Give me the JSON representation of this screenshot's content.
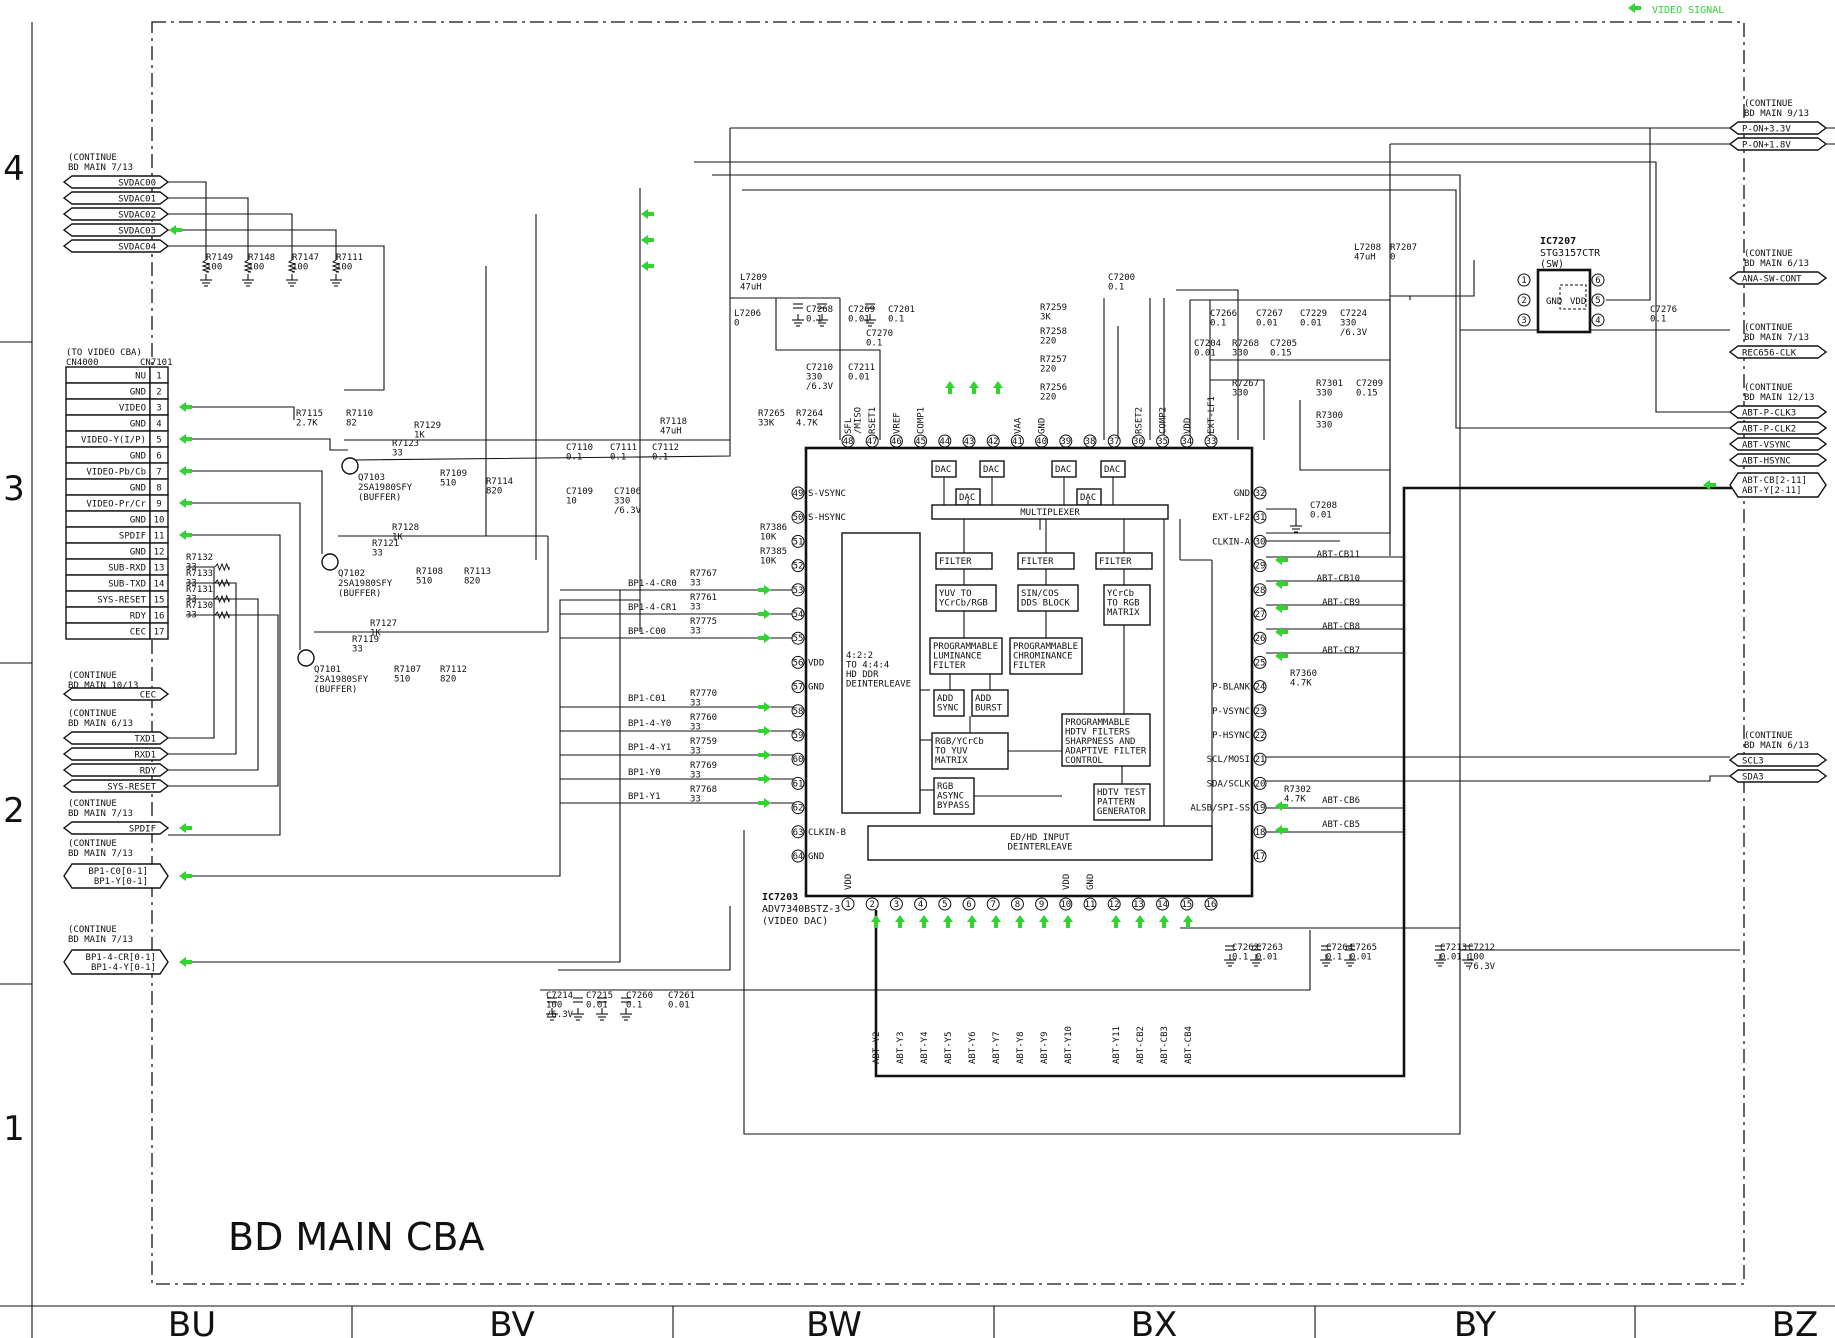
{
  "legend": {
    "label": "VIDEO SIGNAL",
    "color": "#2fd42f"
  },
  "board_title": "BD MAIN CBA",
  "zones_bottom": [
    "BU",
    "BV",
    "BW",
    "BX",
    "BY",
    "BZ"
  ],
  "zones_left": [
    "4",
    "3",
    "2",
    "1"
  ],
  "ic_main": {
    "ref": "IC7203",
    "part": "ADV7340BSTZ-3",
    "desc": "(VIDEO DAC)",
    "top_pins": [
      {
        "num": "48",
        "label": "SFL\n/MISO"
      },
      {
        "num": "47",
        "label": "RSET1"
      },
      {
        "num": "46",
        "label": "VREF"
      },
      {
        "num": "45",
        "label": "COMP1"
      },
      {
        "num": "44",
        "label": ""
      },
      {
        "num": "43",
        "label": ""
      },
      {
        "num": "42",
        "label": ""
      },
      {
        "num": "41",
        "label": "VAA"
      },
      {
        "num": "40",
        "label": "GND"
      },
      {
        "num": "39",
        "label": ""
      },
      {
        "num": "38",
        "label": ""
      },
      {
        "num": "37",
        "label": ""
      },
      {
        "num": "36",
        "label": "RSET2"
      },
      {
        "num": "35",
        "label": "COMP2"
      },
      {
        "num": "34",
        "label": "VDD"
      },
      {
        "num": "33",
        "label": "EXT-LF1"
      }
    ],
    "left_pins": [
      {
        "num": "49",
        "label": "S-VSYNC"
      },
      {
        "num": "50",
        "label": "S-HSYNC"
      },
      {
        "num": "51",
        "label": ""
      },
      {
        "num": "52",
        "label": ""
      },
      {
        "num": "53",
        "label": ""
      },
      {
        "num": "54",
        "label": ""
      },
      {
        "num": "55",
        "label": ""
      },
      {
        "num": "56",
        "label": "VDD"
      },
      {
        "num": "57",
        "label": "GND"
      },
      {
        "num": "58",
        "label": ""
      },
      {
        "num": "59",
        "label": ""
      },
      {
        "num": "60",
        "label": ""
      },
      {
        "num": "61",
        "label": ""
      },
      {
        "num": "62",
        "label": ""
      },
      {
        "num": "63",
        "label": "CLKIN-B"
      },
      {
        "num": "64",
        "label": "GND"
      }
    ],
    "right_pins": [
      {
        "num": "32",
        "label": "GND"
      },
      {
        "num": "31",
        "label": "EXT-LF2"
      },
      {
        "num": "30",
        "label": "CLKIN-A"
      },
      {
        "num": "29",
        "label": ""
      },
      {
        "num": "28",
        "label": ""
      },
      {
        "num": "27",
        "label": ""
      },
      {
        "num": "26",
        "label": ""
      },
      {
        "num": "25",
        "label": ""
      },
      {
        "num": "24",
        "label": "P-BLANK"
      },
      {
        "num": "23",
        "label": "P-VSYNC"
      },
      {
        "num": "22",
        "label": "P-HSYNC"
      },
      {
        "num": "21",
        "label": "SCL/MOSI"
      },
      {
        "num": "20",
        "label": "SDA/SCLK"
      },
      {
        "num": "19",
        "label": "ALSB/SPI-SS"
      },
      {
        "num": "18",
        "label": ""
      },
      {
        "num": "17",
        "label": ""
      }
    ],
    "bottom_pins": [
      {
        "num": "1",
        "label": "VDD"
      },
      {
        "num": "2",
        "label": ""
      },
      {
        "num": "3",
        "label": ""
      },
      {
        "num": "4",
        "label": ""
      },
      {
        "num": "5",
        "label": ""
      },
      {
        "num": "6",
        "label": ""
      },
      {
        "num": "7",
        "label": ""
      },
      {
        "num": "8",
        "label": ""
      },
      {
        "num": "9",
        "label": ""
      },
      {
        "num": "10",
        "label": "VDD"
      },
      {
        "num": "11",
        "label": "GND"
      },
      {
        "num": "12",
        "label": ""
      },
      {
        "num": "13",
        "label": ""
      },
      {
        "num": "14",
        "label": ""
      },
      {
        "num": "15",
        "label": ""
      },
      {
        "num": "16",
        "label": ""
      }
    ],
    "blocks": {
      "dac": "DAC",
      "multiplexer": "MULTIPLEXER",
      "filter": "FILTER",
      "yuv_to_ycrcb": "YUV TO\nYCrCb/RGB",
      "sincos": "SIN/COS\nDDS BLOCK",
      "ycrcb_to_rgb": "YCrCb\nTO RGB\nMATRIX",
      "prog_lum": "PROGRAMMABLE\nLUMINANCE\nFILTER",
      "prog_chrom": "PROGRAMMABLE\nCHROMINANCE\nFILTER",
      "add_sync": "ADD\nSYNC",
      "add_burst": "ADD\nBURST",
      "rgb_to_yuv": "RGB/YCrCb\nTO YUV\nMATRIX",
      "rgb_bypass": "RGB\nASYNC\nBYPASS",
      "deinterleave_hd": "4:2:2\nTO 4:4:4\nHD DDR\nDEINTERLEAVE",
      "prog_hdtv": "PROGRAMMABLE\nHDTV FILTERS\nSHARPNESS AND\nADAPTIVE FILTER\nCONTROL",
      "hdtv_test": "HDTV TEST\nPATTERN\nGENERATOR",
      "ed_hd": "ED/HD INPUT\nDEINTERLEAVE"
    }
  },
  "ic_switch": {
    "ref": "IC7207",
    "part": "STG3157CTR",
    "desc": "(SW)",
    "pins": [
      "1",
      "2",
      "3",
      "4",
      "5",
      "6"
    ],
    "labels": {
      "gnd": "GND",
      "vdd": "VDD"
    }
  },
  "cn7101": {
    "ref": "CN7101",
    "note": [
      "(TO VIDEO CBA)",
      "CN4000"
    ],
    "rows": [
      {
        "label": "NU",
        "num": "1"
      },
      {
        "label": "GND",
        "num": "2"
      },
      {
        "label": "VIDEO",
        "num": "3"
      },
      {
        "label": "GND",
        "num": "4"
      },
      {
        "label": "VIDEO-Y(I/P)",
        "num": "5"
      },
      {
        "label": "GND",
        "num": "6"
      },
      {
        "label": "VIDEO-Pb/Cb",
        "num": "7"
      },
      {
        "label": "GND",
        "num": "8"
      },
      {
        "label": "VIDEO-Pr/Cr",
        "num": "9"
      },
      {
        "label": "GND",
        "num": "10"
      },
      {
        "label": "SPDIF",
        "num": "11"
      },
      {
        "label": "GND",
        "num": "12"
      },
      {
        "label": "SUB-RXD",
        "num": "13"
      },
      {
        "label": "SUB-TXD",
        "num": "14"
      },
      {
        "label": "SYS-RESET",
        "num": "15"
      },
      {
        "label": "RDY",
        "num": "16"
      },
      {
        "label": "CEC",
        "num": "17"
      }
    ]
  },
  "left_offpage": {
    "svdac_note": [
      "CONTINUE",
      "BD MAIN 7/13"
    ],
    "svdac": [
      "SVDAC00",
      "SVDAC01",
      "SVDAC02",
      "SVDAC03",
      "SVDAC04"
    ],
    "cec_note": [
      "CONTINUE",
      "BD MAIN 10/13"
    ],
    "cec": "CEC",
    "uart_note": [
      "CONTINUE",
      "BD MAIN 6/13"
    ],
    "uart": [
      "TXD1",
      "RXD1",
      "RDY",
      "SYS-RESET"
    ],
    "spdif_note": [
      "CONTINUE",
      "BD MAIN 7/13"
    ],
    "spdif": "SPDIF",
    "bp1_note": [
      "CONTINUE",
      "BD MAIN 7/13"
    ],
    "bp1": [
      "BP1-C0[0-1]",
      "BP1-Y[0-1]"
    ],
    "bp14_note": [
      "CONTINUE",
      "BD MAIN 7/13"
    ],
    "bp14": [
      "BP1-4-CR[0-1]",
      "BP1-4-Y[0-1]"
    ]
  },
  "right_offpage": {
    "pwr_note": [
      "CONTINUE",
      "BD MAIN 9/13"
    ],
    "pwr": [
      "P-ON+3.3V",
      "P-ON+1.8V"
    ],
    "ana_note": [
      "CONTINUE",
      "BD MAIN 6/13"
    ],
    "ana": "ANA-SW-CONT",
    "rec_note": [
      "CONTINUE",
      "BD MAIN 7/13"
    ],
    "rec": "REC656-CLK",
    "abt_note": [
      "CONTINUE",
      "BD MAIN 12/13"
    ],
    "abt": [
      "ABT-P-CLK3",
      "ABT-P-CLK2",
      "ABT-VSYNC",
      "ABT-HSYNC",
      "ABT-CB[2-11]",
      "ABT-Y[2-11]"
    ],
    "i2c_note": [
      "CONTINUE",
      "BD MAIN 6/13"
    ],
    "i2c": [
      "SCL3",
      "SDA3"
    ]
  },
  "buses": {
    "right_cb": [
      "ABT-CB11",
      "ABT-CB10",
      "ABT-CB9",
      "ABT-CB8",
      "ABT-CB7",
      "ABT-CB6",
      "ABT-CB5"
    ],
    "bottom": [
      "ABT-Y2",
      "ABT-Y3",
      "ABT-Y4",
      "ABT-Y5",
      "ABT-Y6",
      "ABT-Y7",
      "ABT-Y8",
      "ABT-Y9",
      "ABT-Y10",
      "ABT-Y11",
      "ABT-CB2",
      "ABT-CB3",
      "ABT-CB4"
    ],
    "left": [
      "BP1-4-CR0",
      "BP1-4-CR1",
      "BP1-C00",
      "BP1-C01",
      "BP1-4-Y0",
      "BP1-4-Y1",
      "BP1-Y0",
      "BP1-Y1"
    ]
  },
  "transistors": [
    {
      "ref": "Q7103",
      "part": "2SA1980SFY",
      "note": "(BUFFER)"
    },
    {
      "ref": "Q7102",
      "part": "2SA1980SFY",
      "note": "(BUFFER)"
    },
    {
      "ref": "Q7101",
      "part": "2SA1980SFY",
      "note": "(BUFFER)"
    }
  ],
  "components": [
    {
      "ref": "R7149",
      "val": "100"
    },
    {
      "ref": "R7148",
      "val": "100"
    },
    {
      "ref": "R7147",
      "val": "100"
    },
    {
      "ref": "R7111",
      "val": "100"
    },
    {
      "ref": "R7115",
      "val": "2.7K"
    },
    {
      "ref": "R7110",
      "val": "82"
    },
    {
      "ref": "R7129",
      "val": "1K"
    },
    {
      "ref": "R7118",
      "val": "47uH"
    },
    {
      "ref": "R7123",
      "val": "33"
    },
    {
      "ref": "R7109",
      "val": "510"
    },
    {
      "ref": "R7114",
      "val": "820"
    },
    {
      "ref": "C7110",
      "val": "0.1"
    },
    {
      "ref": "C7111",
      "val": "0.1"
    },
    {
      "ref": "C7112",
      "val": "0.1"
    },
    {
      "ref": "C7109",
      "val": "10"
    },
    {
      "ref": "C7106",
      "val": "330\n/6.3V"
    },
    {
      "ref": "R7128",
      "val": "1K"
    },
    {
      "ref": "R7121",
      "val": "33"
    },
    {
      "ref": "R7108",
      "val": "510"
    },
    {
      "ref": "R7113",
      "val": "820"
    },
    {
      "ref": "R7127",
      "val": "1K"
    },
    {
      "ref": "R7119",
      "val": "33"
    },
    {
      "ref": "R7107",
      "val": "510"
    },
    {
      "ref": "R7112",
      "val": "820"
    },
    {
      "ref": "R7132",
      "val": "33"
    },
    {
      "ref": "R7133",
      "val": "33"
    },
    {
      "ref": "R7131",
      "val": "33"
    },
    {
      "ref": "R7130",
      "val": "33"
    },
    {
      "ref": "L7209",
      "val": "47uH"
    },
    {
      "ref": "L7206",
      "val": "0"
    },
    {
      "ref": "C7268",
      "val": "0.1"
    },
    {
      "ref": "C7269",
      "val": "0.01"
    },
    {
      "ref": "C7201",
      "val": "0.1"
    },
    {
      "ref": "C7270",
      "val": "0.1"
    },
    {
      "ref": "C7210",
      "val": "330\n/6.3V"
    },
    {
      "ref": "C7211",
      "val": "0.01"
    },
    {
      "ref": "R7265",
      "val": "33K"
    },
    {
      "ref": "R7264",
      "val": "4.7K"
    },
    {
      "ref": "C7200",
      "val": "0.1"
    },
    {
      "ref": "R7259",
      "val": "3K"
    },
    {
      "ref": "R7258",
      "val": "220"
    },
    {
      "ref": "R7257",
      "val": "220"
    },
    {
      "ref": "R7256",
      "val": "220"
    },
    {
      "ref": "L7208",
      "val": "47uH"
    },
    {
      "ref": "R7207",
      "val": "0"
    },
    {
      "ref": "C7266",
      "val": "0.1"
    },
    {
      "ref": "C7267",
      "val": "0.01"
    },
    {
      "ref": "C7229",
      "val": "0.01"
    },
    {
      "ref": "C7224",
      "val": "330\n/6.3V"
    },
    {
      "ref": "C7204",
      "val": "0.01"
    },
    {
      "ref": "R7268",
      "val": "330"
    },
    {
      "ref": "C7205",
      "val": "0.15"
    },
    {
      "ref": "R7267",
      "val": "330"
    },
    {
      "ref": "R7301",
      "val": "330"
    },
    {
      "ref": "C7209",
      "val": "0.15"
    },
    {
      "ref": "R7300",
      "val": "330"
    },
    {
      "ref": "C7208",
      "val": "0.01"
    },
    {
      "ref": "R7386",
      "val": "10K"
    },
    {
      "ref": "R7385",
      "val": "10K"
    },
    {
      "ref": "R7767",
      "val": "33"
    },
    {
      "ref": "R7761",
      "val": "33"
    },
    {
      "ref": "R7775",
      "val": "33"
    },
    {
      "ref": "R7770",
      "val": "33"
    },
    {
      "ref": "R7760",
      "val": "33"
    },
    {
      "ref": "R7759",
      "val": "33"
    },
    {
      "ref": "R7769",
      "val": "33"
    },
    {
      "ref": "R7768",
      "val": "33"
    },
    {
      "ref": "R7360",
      "val": "4.7K"
    },
    {
      "ref": "R7302",
      "val": "4.7K"
    },
    {
      "ref": "C7276",
      "val": "0.1"
    },
    {
      "ref": "C7262",
      "val": "0.1"
    },
    {
      "ref": "C7263",
      "val": "0.01"
    },
    {
      "ref": "C7264",
      "val": "0.1"
    },
    {
      "ref": "C7265",
      "val": "0.01"
    },
    {
      "ref": "C7213",
      "val": "0.01"
    },
    {
      "ref": "C7212",
      "val": "100\n/6.3V"
    },
    {
      "ref": "C7214",
      "val": "100\n/6.3V"
    },
    {
      "ref": "C7215",
      "val": "0.01"
    },
    {
      "ref": "C7260",
      "val": "0.1"
    },
    {
      "ref": "C7261",
      "val": "0.01"
    }
  ]
}
